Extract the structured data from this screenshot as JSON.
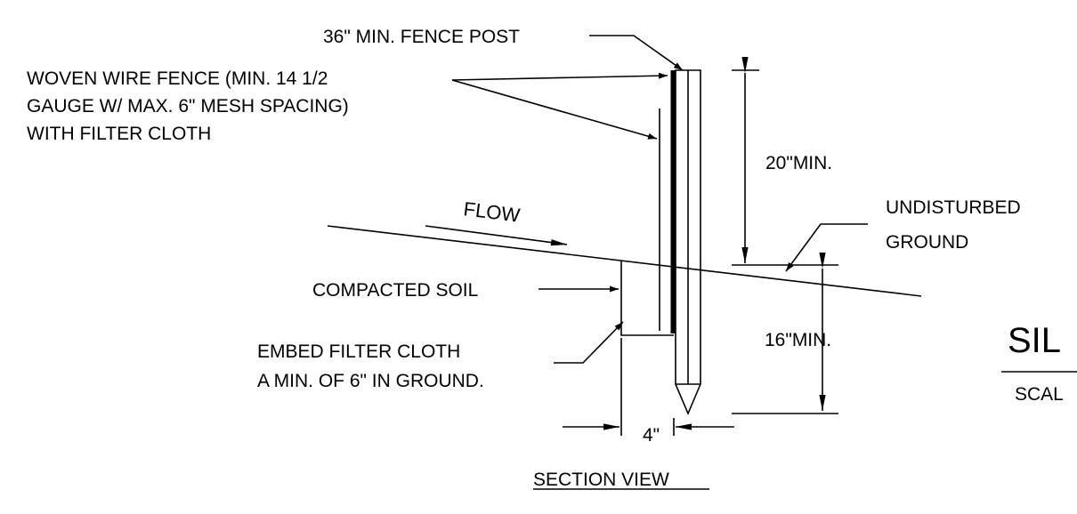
{
  "labels": {
    "fence_post": "36\" MIN. FENCE POST",
    "wire_fence_line1": "WOVEN WIRE FENCE (MIN. 14 1/2",
    "wire_fence_line2": "GAUGE W/ MAX. 6\" MESH SPACING)",
    "wire_fence_line3": "WITH FILTER CLOTH",
    "height_above": "20\"MIN.",
    "undisturbed_line1": "UNDISTURBED",
    "undisturbed_line2": "GROUND",
    "flow": "FLOW",
    "compacted_soil": "COMPACTED SOIL",
    "embed_line1": "EMBED FILTER CLOTH",
    "embed_line2": "A MIN. OF 6\" IN GROUND.",
    "depth_below": "16\"MIN.",
    "width": "4\"",
    "section_view": "SECTION VIEW"
  },
  "title_block": {
    "title": "SIL",
    "scale": "SCAL"
  }
}
